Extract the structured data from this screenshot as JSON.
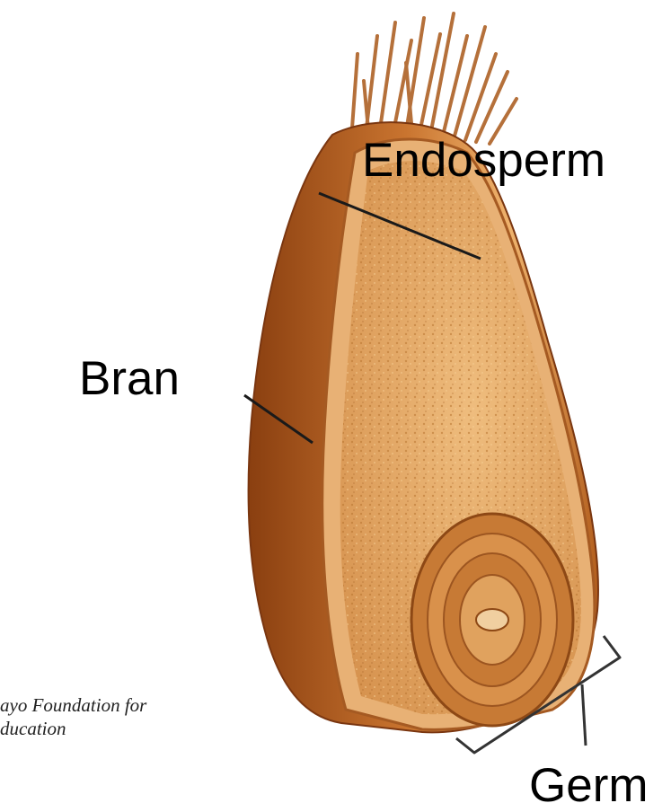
{
  "labels": {
    "endosperm": "Endosperm",
    "bran": "Bran",
    "germ": "Germ"
  },
  "credit": {
    "line1": "ayo Foundation for",
    "line2": "ducation"
  },
  "colors": {
    "bran_dark": "#8a3f10",
    "bran_light": "#e9a15a",
    "endosperm": "#e3a86a",
    "germ": "#b86f2e",
    "beard": "#b5703a",
    "leader_line": "#1a1a1a",
    "bracket": "#333333"
  }
}
